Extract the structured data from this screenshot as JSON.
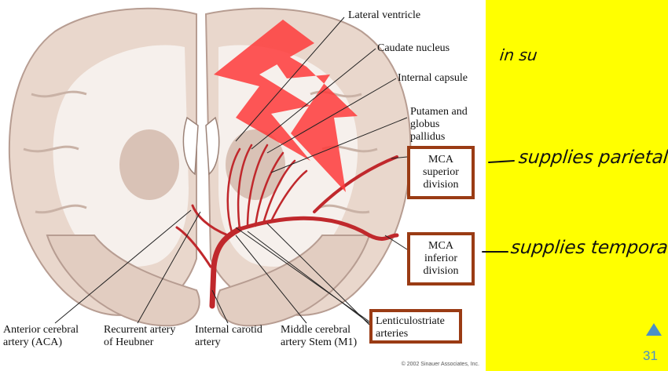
{
  "figure": {
    "labels": {
      "lateral_ventricle": "Lateral ventricle",
      "caudate_nucleus": "Caudate nucleus",
      "internal_capsule": "Internal capsule",
      "putamen_line1": "Putamen and",
      "putamen_line2": "globus",
      "putamen_line3": "pallidus",
      "aca_line1": "Anterior cerebral",
      "aca_line2": "artery (ACA)",
      "heubner_line1": "Recurrent artery",
      "heubner_line2": "of Heubner",
      "ica_line1": "Internal carotid",
      "ica_line2": "artery",
      "m1_line1": "Middle cerebral",
      "m1_line2": "artery Stem (M1)"
    },
    "boxes": {
      "mca_superior": [
        "MCA",
        "superior",
        "division"
      ],
      "mca_inferior": [
        "MCA",
        "inferior",
        "division"
      ],
      "lenticulostriate": [
        "Lenticulostriate",
        "arteries"
      ]
    },
    "copyright": "© 2002 Sinauer Associates, Inc."
  },
  "annotations": {
    "top_note": "in su",
    "superior_note": "supplies parietal",
    "inferior_note": "supplies temporal"
  },
  "nav": {
    "page_number": "31",
    "accent_color": "#4a90c8"
  },
  "colors": {
    "slide_background": "#ffff00",
    "box_border": "#9a3b14",
    "artery": "#c0282c",
    "lightning": "#ff3b3b"
  }
}
